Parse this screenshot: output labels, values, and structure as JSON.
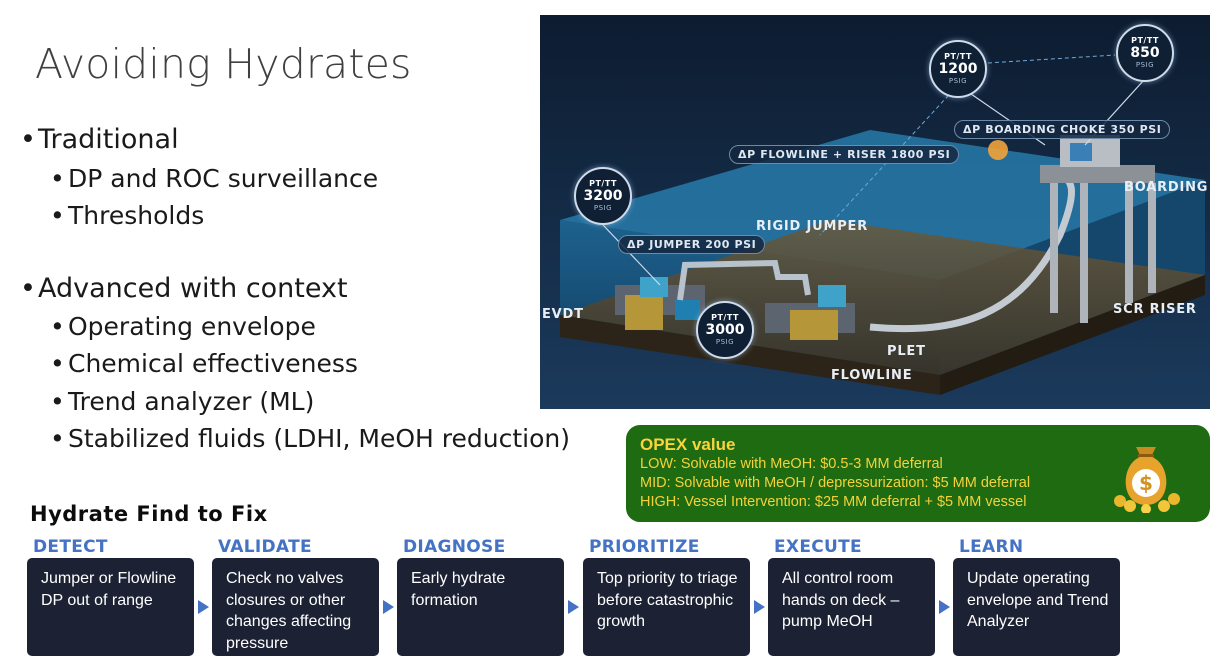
{
  "title": "Avoiding Hydrates",
  "bullets": [
    {
      "level": 1,
      "text": "Traditional"
    },
    {
      "level": 2,
      "text": "DP and ROC surveillance"
    },
    {
      "level": 2,
      "text": "Thresholds"
    },
    {
      "level": 1,
      "text": "Advanced with context"
    },
    {
      "level": 2,
      "text": "Operating envelope"
    },
    {
      "level": 2,
      "text": "Chemical effectiveness"
    },
    {
      "level": 2,
      "text": "Trend analyzer (ML)"
    },
    {
      "level": 2,
      "text": "Stabilized fluids (LDHI, MeOH reduction)"
    }
  ],
  "scene": {
    "gauges": [
      {
        "label": "PT/TT",
        "value": "1200",
        "unit": "PSIG"
      },
      {
        "label": "PT/TT",
        "value": "850",
        "unit": "PSIG"
      },
      {
        "label": "PT/TT",
        "value": "3200",
        "unit": "PSIG"
      },
      {
        "label": "PT/TT",
        "value": "3000",
        "unit": "PSIG"
      }
    ],
    "dp_labels": {
      "boarding_choke": "ΔP BOARDING CHOKE 350 PSI",
      "flowline_riser": "ΔP FLOWLINE + RISER 1800 PSI",
      "jumper": "ΔP JUMPER 200 PSI"
    },
    "labels": {
      "boarding": "BOARDING",
      "rigid_jumper": "RIGID JUMPER",
      "evdt": "EVDT",
      "scr_riser": "SCR RISER",
      "plet": "PLET",
      "flowline": "FLOWLINE"
    }
  },
  "opex": {
    "title": "OPEX value",
    "lines": [
      "LOW: Solvable with MeOH: $0.5-3 MM deferral",
      "MID: Solvable with MeOH / depressurization: $5 MM deferral",
      "HIGH: Vessel Intervention: $25 MM deferral + $5 MM vessel"
    ]
  },
  "find_to_fix": {
    "title": "Hydrate Find to Fix",
    "steps": [
      {
        "head": "DETECT",
        "text": "Jumper or Flowline DP out of range"
      },
      {
        "head": "VALIDATE",
        "text": "Check no valves closures or other changes affecting pressure"
      },
      {
        "head": "DIAGNOSE",
        "text": "Early hydrate formation"
      },
      {
        "head": "PRIORITIZE",
        "text": "Top priority to triage before catastrophic growth"
      },
      {
        "head": "EXECUTE",
        "text": "All control room hands on deck – pump MeOH"
      },
      {
        "head": "LEARN",
        "text": "Update operating envelope and Trend Analyzer"
      }
    ]
  },
  "colors": {
    "step_head": "#4472c4",
    "step_box": "#1c2233",
    "opex_bg": "#1e6b12",
    "opex_text": "#f4d23b"
  },
  "icons": [
    "money-bag-icon",
    "flow-arrow-icon"
  ]
}
